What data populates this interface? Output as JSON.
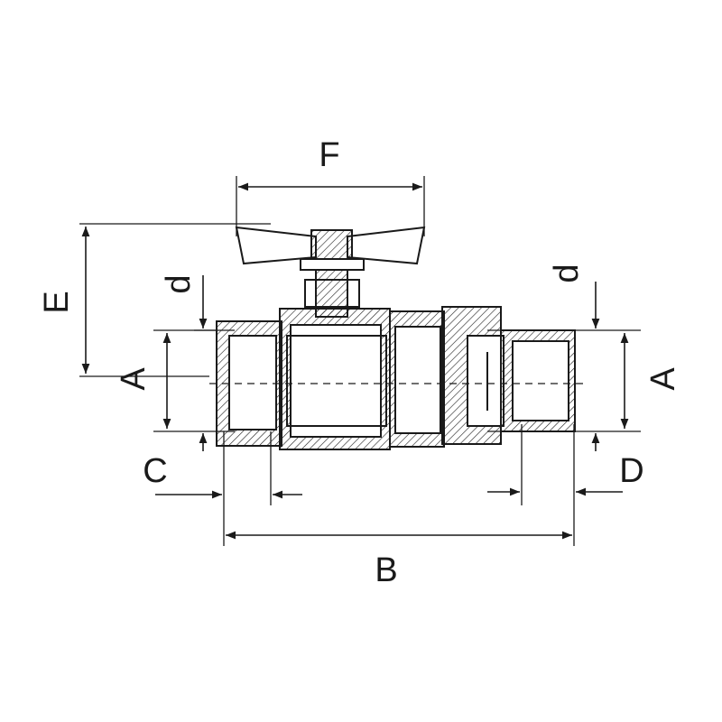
{
  "labels": {
    "F": "F",
    "E": "E",
    "d_left": "d",
    "A_left": "A",
    "C": "C",
    "B": "B",
    "D": "D",
    "d_right": "d",
    "A_right": "A"
  },
  "colors": {
    "line": "#1a1a1a",
    "fill": "#ffffff"
  }
}
